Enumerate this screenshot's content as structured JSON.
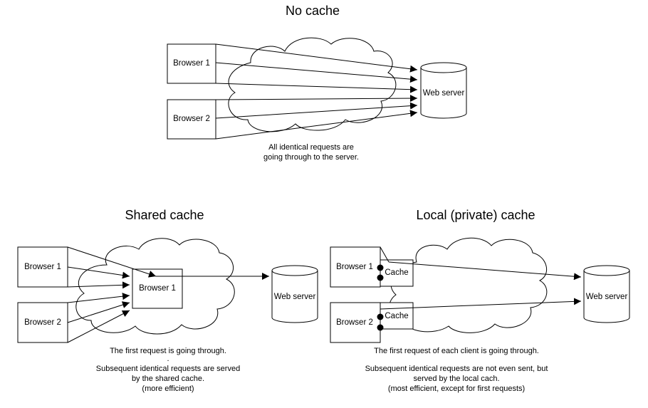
{
  "no_cache": {
    "title": "No cache",
    "browser1": "Browser 1",
    "browser2": "Browser 2",
    "server": "Web server",
    "caption": [
      "All identical requests are",
      "going through to the server."
    ]
  },
  "shared_cache": {
    "title": "Shared cache",
    "browser1": "Browser 1",
    "browser2": "Browser 2",
    "proxy": "Browser 1",
    "server": "Web server",
    "caption": [
      "The first request is going through.",
      ".",
      "Subsequent identical requests are served",
      "by the shared cache.",
      "(more efficient)"
    ]
  },
  "local_cache": {
    "title": "Local (private) cache",
    "browser1": "Browser 1",
    "browser2": "Browser 2",
    "cache1": "Cache",
    "cache2": "Cache",
    "server": "Web server",
    "caption": [
      "The first request of each client is going through.",
      "",
      "Subsequent identical requests are not even sent, but",
      "served by the local cach.",
      "(most efficient, except for first requests)"
    ]
  }
}
